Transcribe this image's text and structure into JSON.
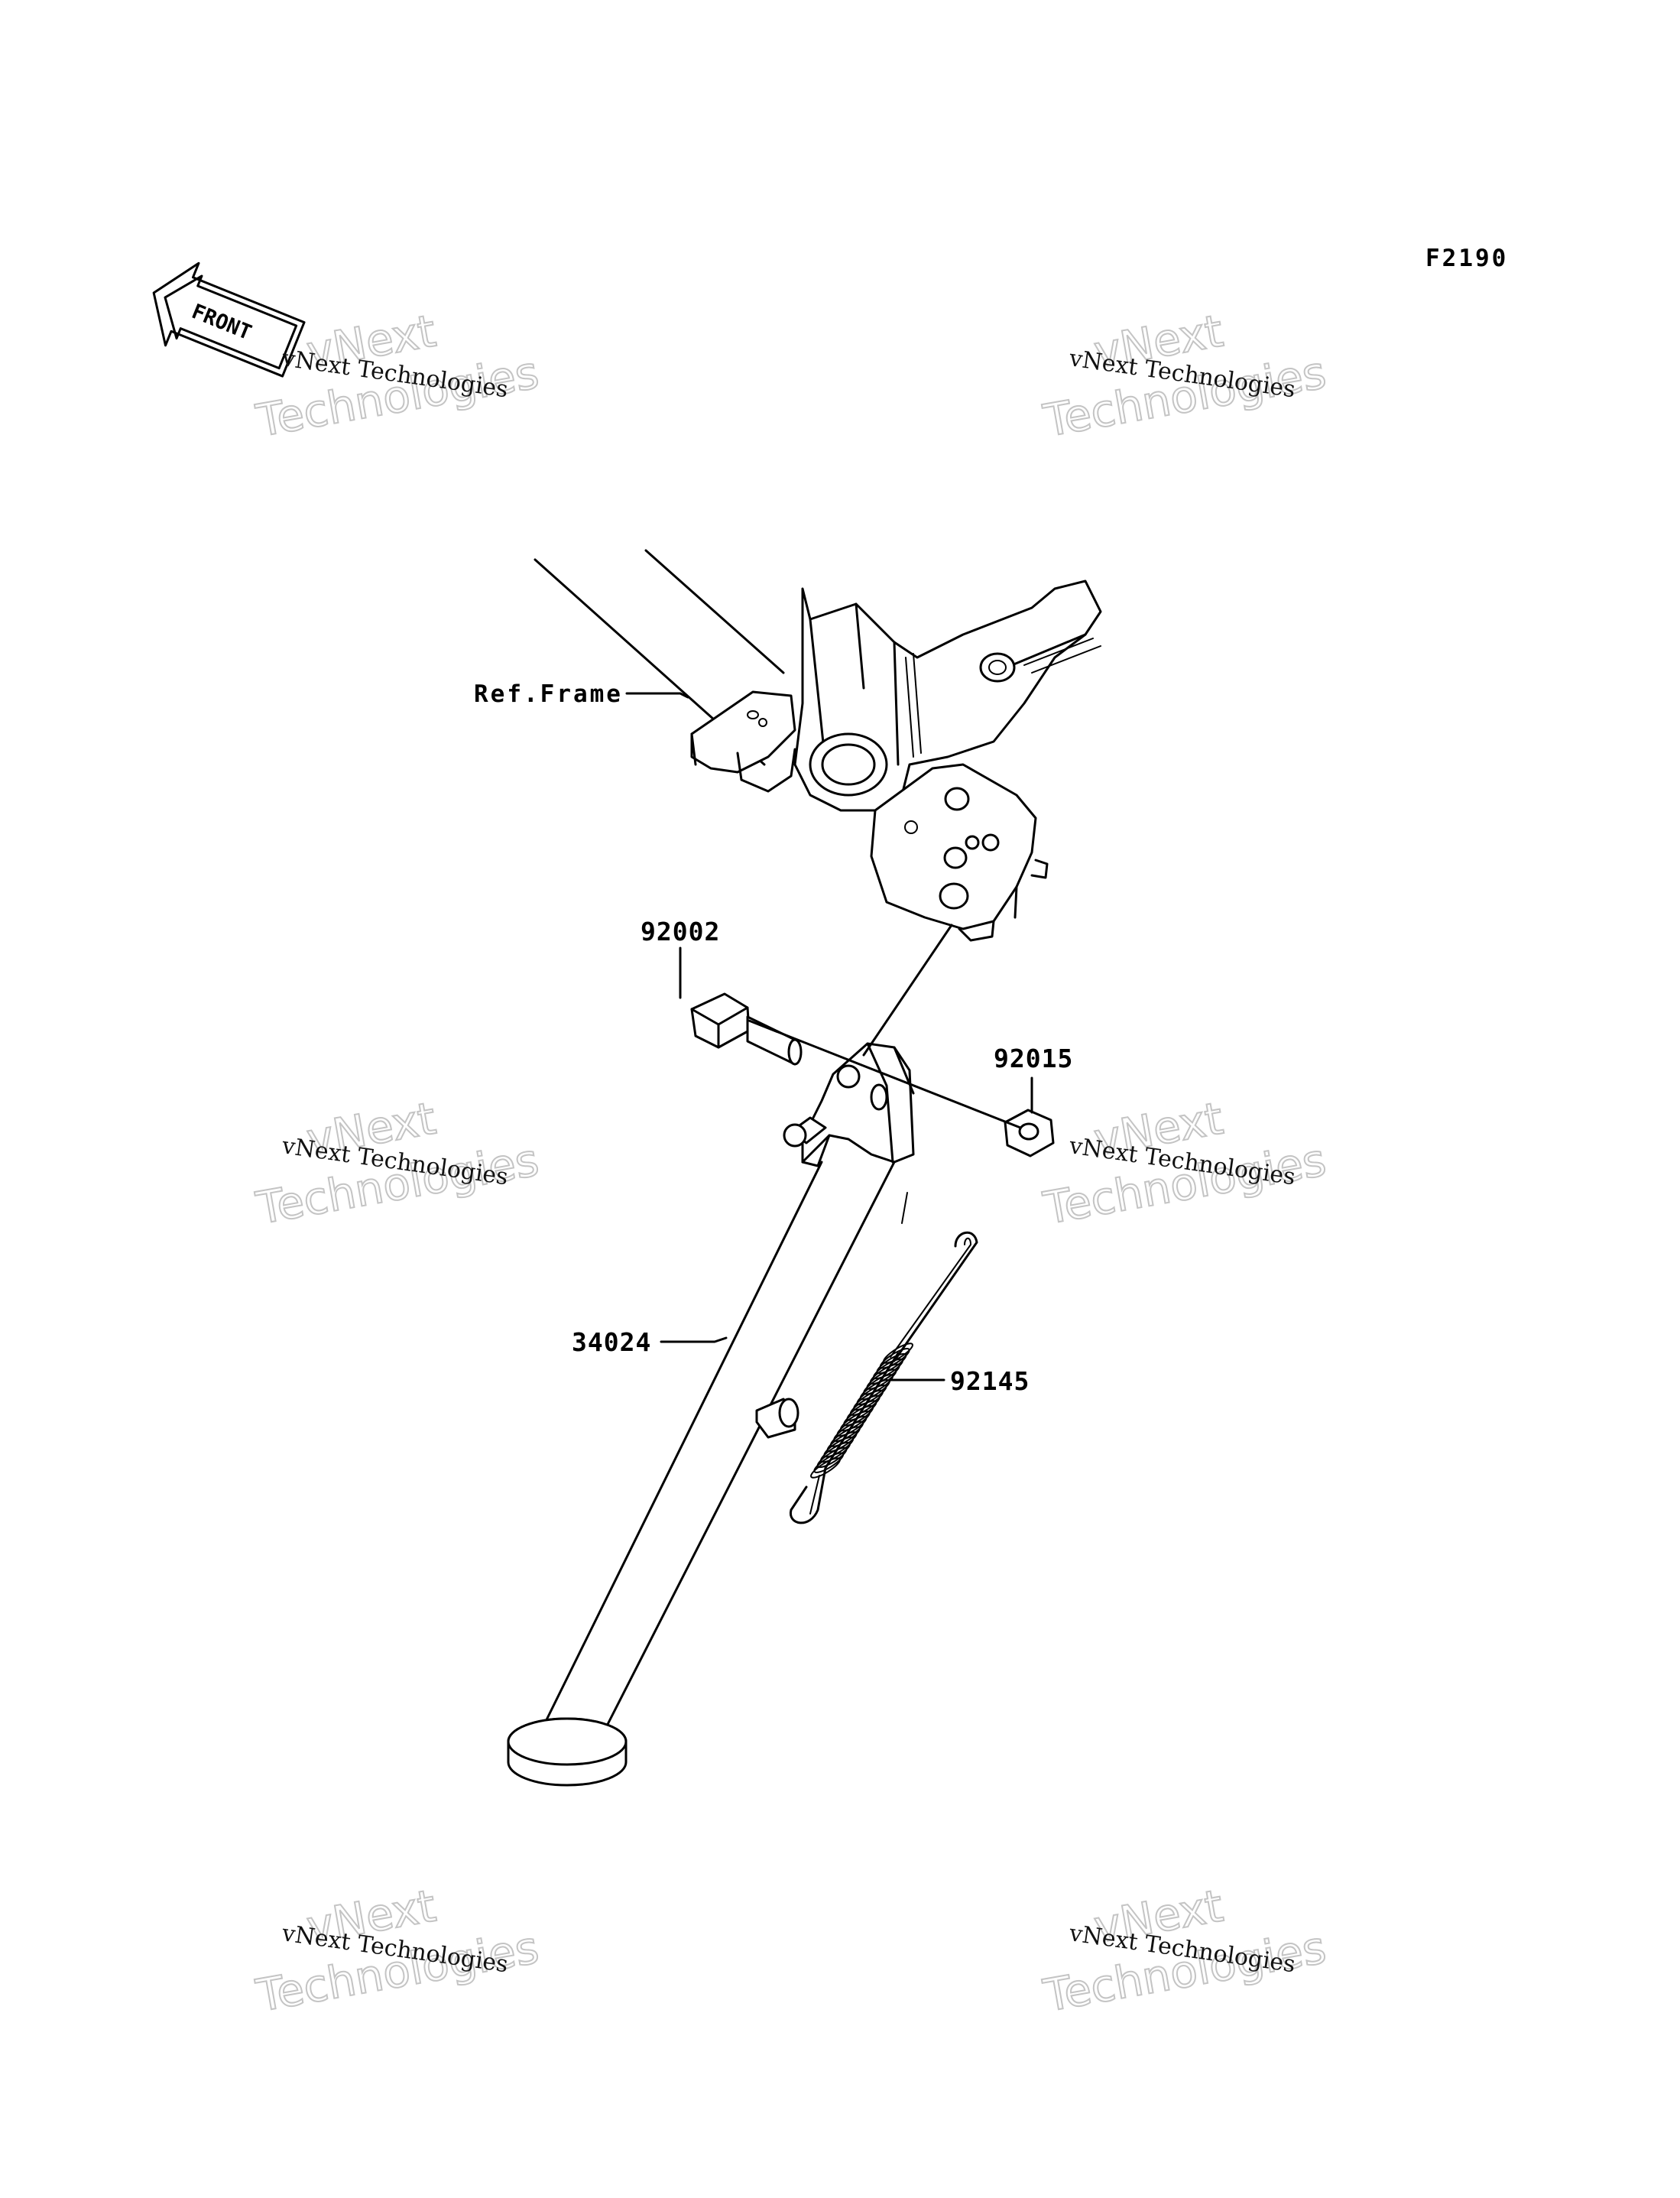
{
  "diagram_code": "F2190",
  "front_label": "FRONT",
  "ref_frame_label": "Ref.Frame",
  "parts": [
    {
      "number": "92002",
      "depicts": "bolt"
    },
    {
      "number": "92015",
      "depicts": "nut"
    },
    {
      "number": "34024",
      "depicts": "side-stand"
    },
    {
      "number": "92145",
      "depicts": "spring"
    }
  ],
  "watermark": {
    "line1": "vNext Technologies",
    "big_top": "vNext",
    "big_bottom": "Technologies"
  }
}
